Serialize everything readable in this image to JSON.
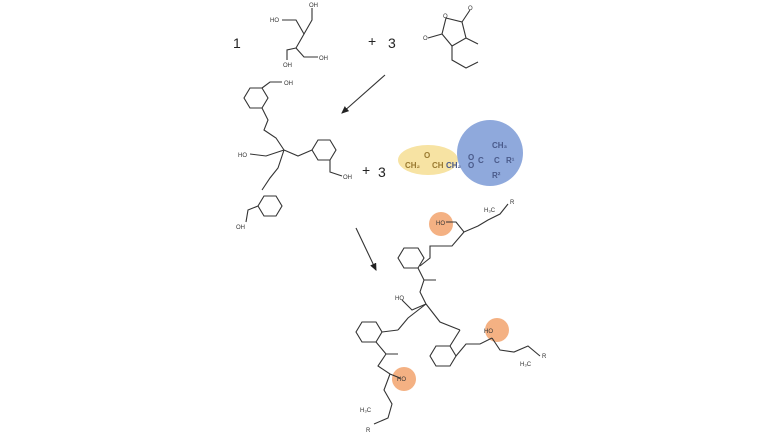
{
  "reaction": {
    "step1": {
      "coef_polyol": "1",
      "plus": "+",
      "coef_anhydride": "3",
      "polyol_labels": {
        "ho": "HO",
        "oh": "OH"
      },
      "anhydride_labels": {
        "o": "O"
      }
    },
    "step2": {
      "plus": "+",
      "coef": "3",
      "acid_label": "OH",
      "ho_label": "HO",
      "o_label": "O"
    },
    "glycidyl_ester": {
      "epoxide_highlight_color": "#f7e3a3",
      "ester_highlight_color": "#8fa9dc",
      "labels": {
        "o": "O",
        "ch2": "CH₂",
        "ch": "CH",
        "ch2_link": "CH₂",
        "c": "C",
        "ch3": "CH₃",
        "r1": "R¹",
        "r2": "R²"
      }
    },
    "product": {
      "hydroxyl_highlight_color": "#f4b183",
      "ho": "HO",
      "h3c": "H₃C",
      "r": "R"
    }
  }
}
